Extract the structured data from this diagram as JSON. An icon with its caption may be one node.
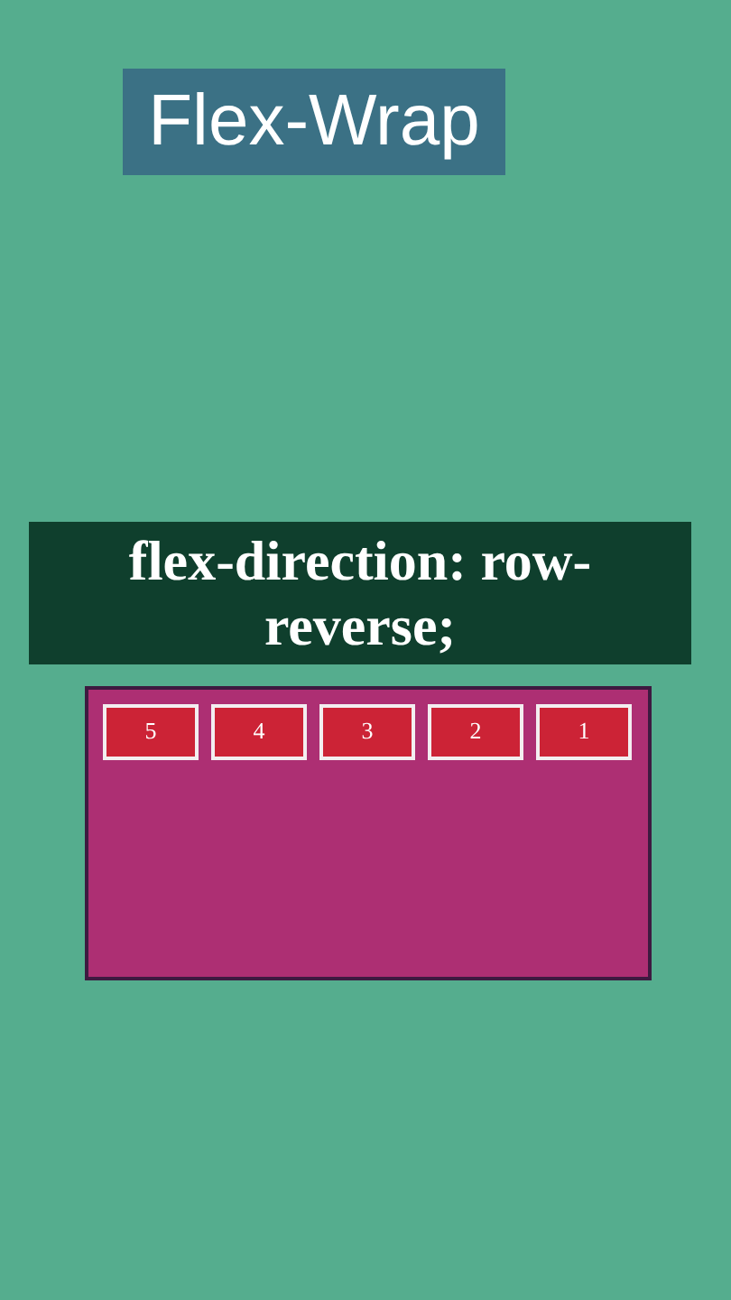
{
  "diagram": {
    "title": "Flex-Wrap",
    "nodes": [
      {
        "text": [
          "flex-direction: row-reverse;"
        ]
      },
      {
        "text": [],
        "shape": "box"
      },
      {
        "text": [
          "5"
        ],
        "in": 1
      },
      {
        "text": [
          "4"
        ],
        "in": 1
      },
      {
        "text": [
          "3"
        ],
        "in": 1
      },
      {
        "text": [
          "2"
        ],
        "in": 1
      },
      {
        "text": [
          "1"
        ],
        "in": 1
      }
    ]
  }
}
